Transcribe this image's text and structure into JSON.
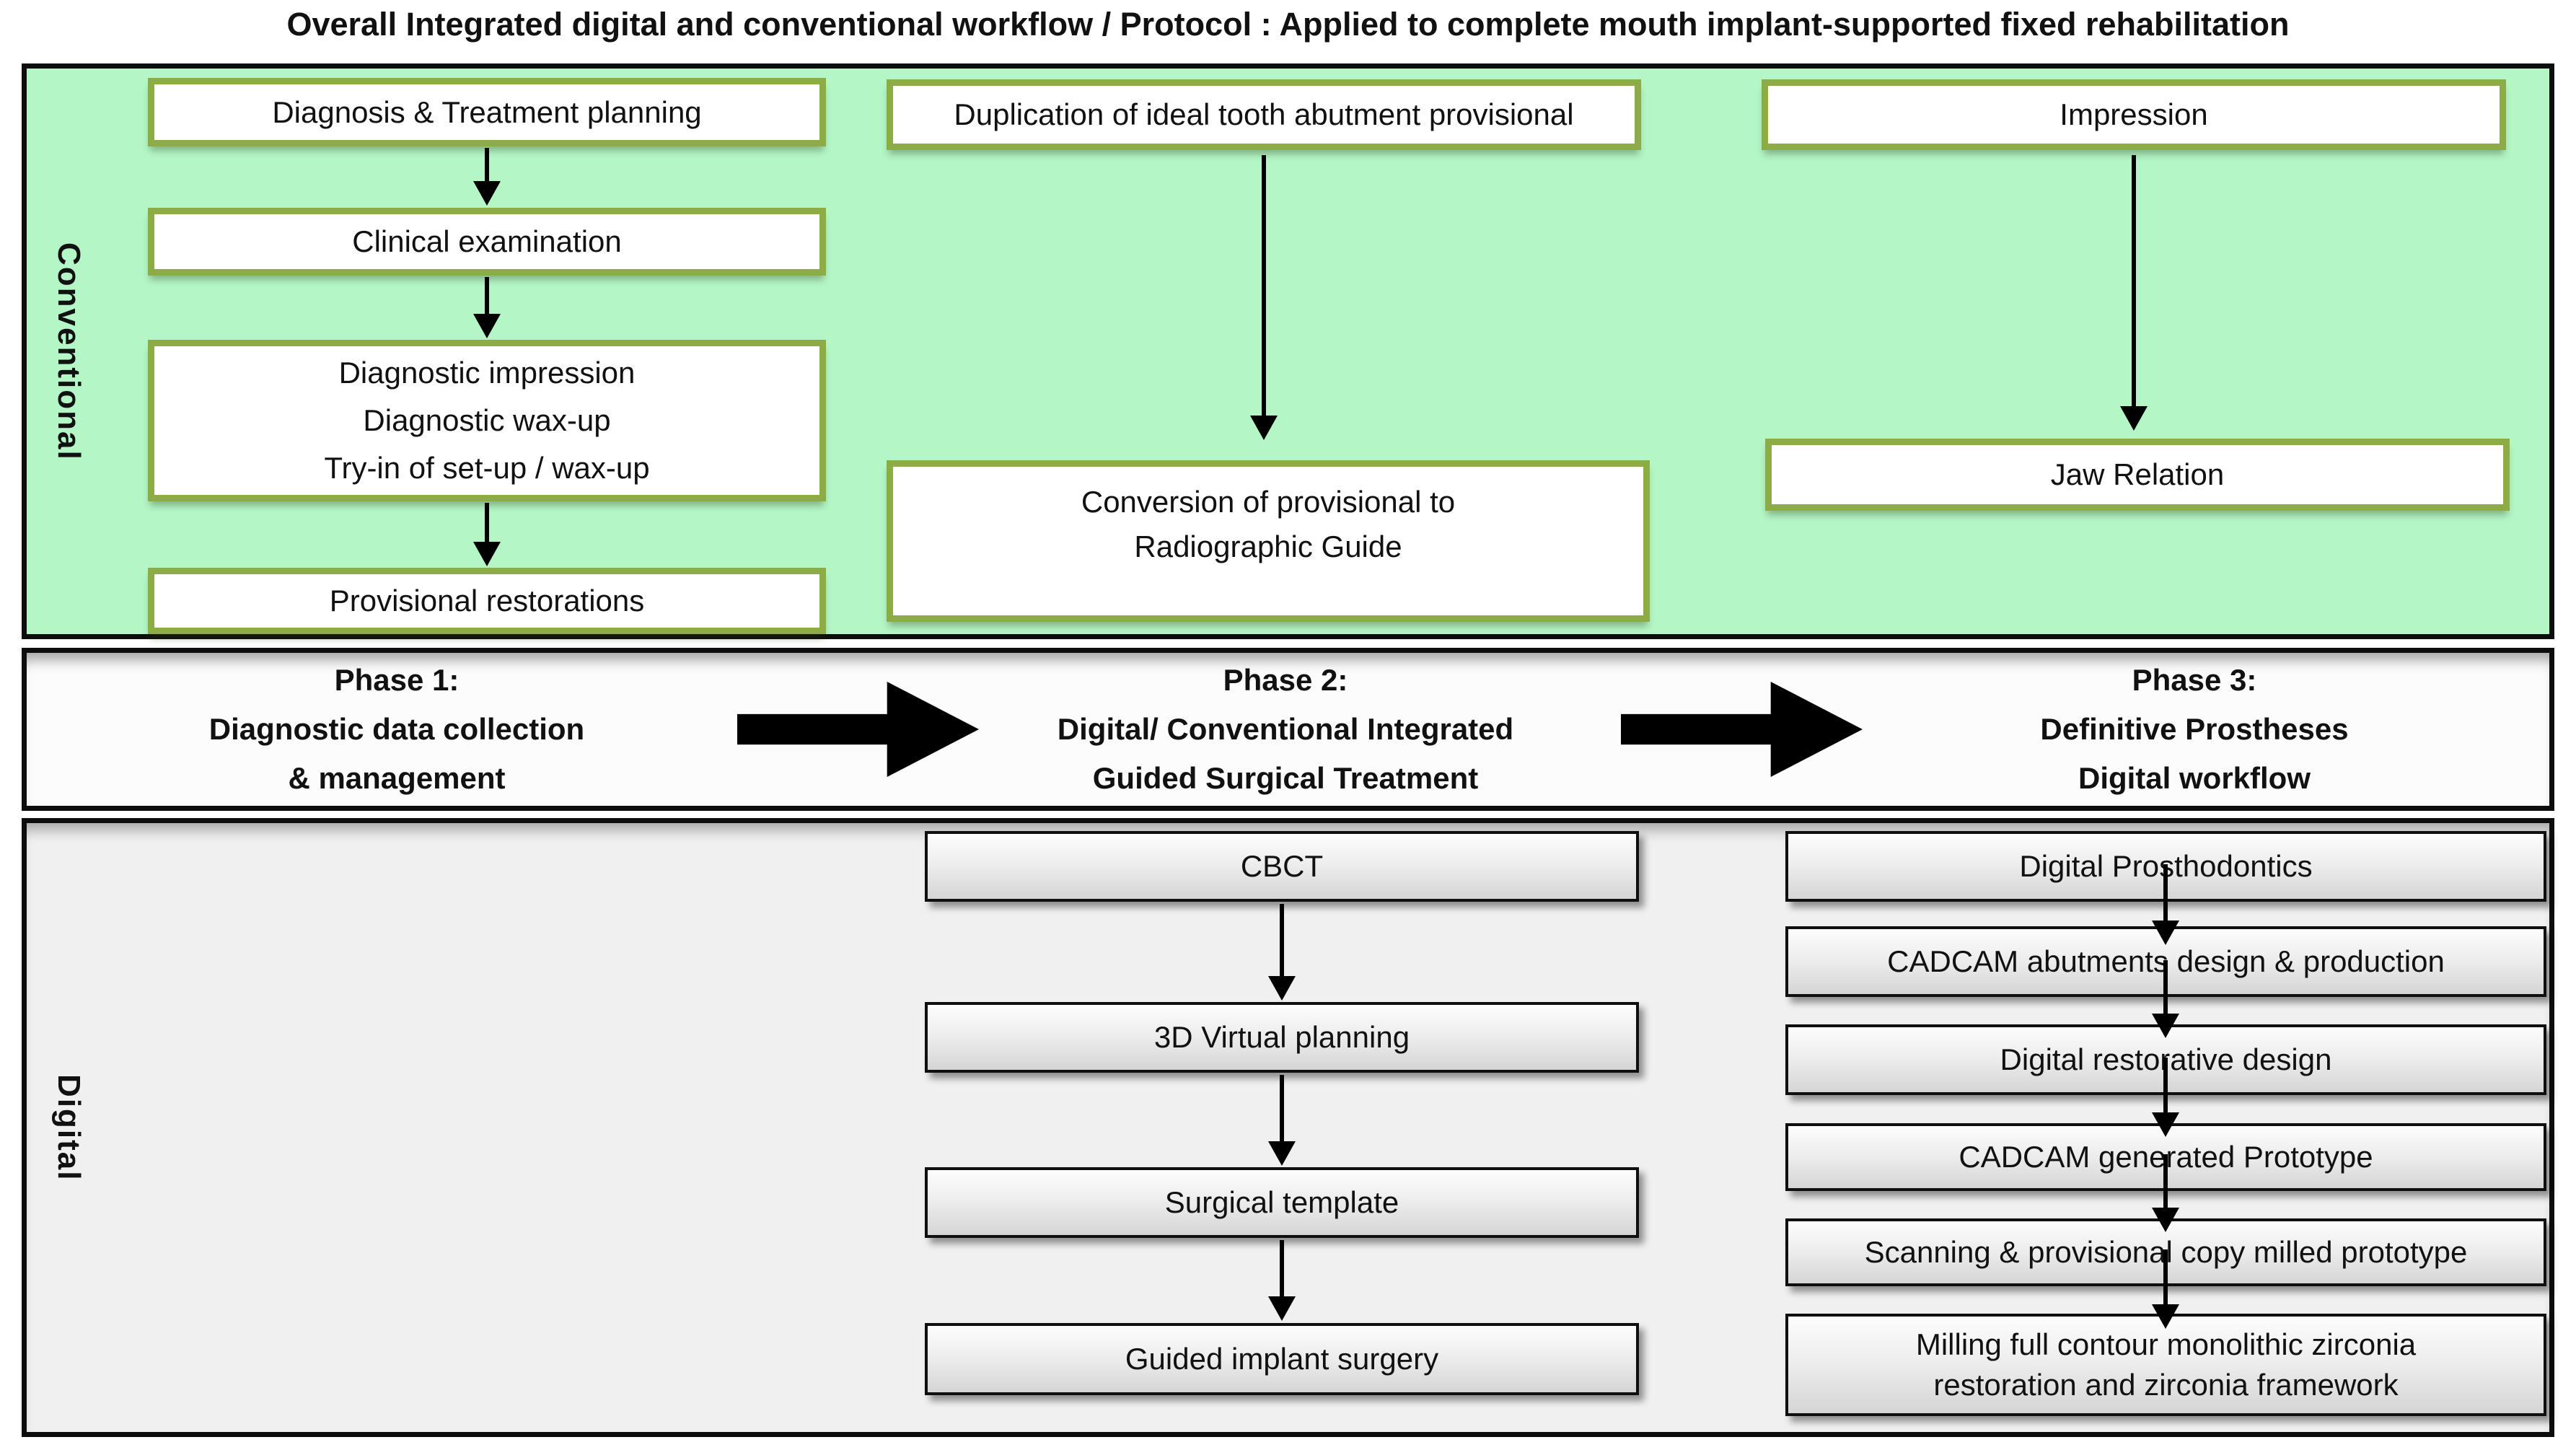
{
  "title": "Overall Integrated digital and conventional workflow / Protocol : Applied to complete mouth implant-supported fixed rehabilitation",
  "colors": {
    "conventional_bg": "#b4f6c6",
    "green_box_border": "#8dac45",
    "section_border": "#0d0d0d",
    "phase_band_bg": "#fcfcfc",
    "digital_bg": "#f0f0f0",
    "arrow": "#000000"
  },
  "conventional": {
    "row_label": "Conventional",
    "col1": [
      "Diagnosis & Treatment planning",
      "Clinical examination",
      "Diagnostic impression\nDiagnostic wax-up\nTry-in of set-up / wax-up",
      "Provisional restorations"
    ],
    "col2": [
      "Duplication of ideal tooth abutment provisional",
      "Conversion of provisional to\nRadiographic Guide"
    ],
    "col3": [
      "Impression",
      "Jaw Relation"
    ]
  },
  "phases": {
    "phase1": "Phase 1:\nDiagnostic data collection\n& management",
    "phase2": "Phase 2:\nDigital/ Conventional Integrated\nGuided Surgical  Treatment",
    "phase3": "Phase 3:\nDefinitive Prostheses\nDigital workflow"
  },
  "digital": {
    "row_label": "Digital",
    "col2": [
      "CBCT",
      "3D Virtual planning",
      "Surgical template",
      "Guided implant surgery"
    ],
    "col3": [
      "Digital Prosthodontics",
      "CADCAM abutments design & production",
      "Digital restorative design",
      "CADCAM generated Prototype",
      "Scanning & provisional copy milled prototype",
      "Milling full contour monolithic zirconia\nrestoration and zirconia framework"
    ]
  }
}
